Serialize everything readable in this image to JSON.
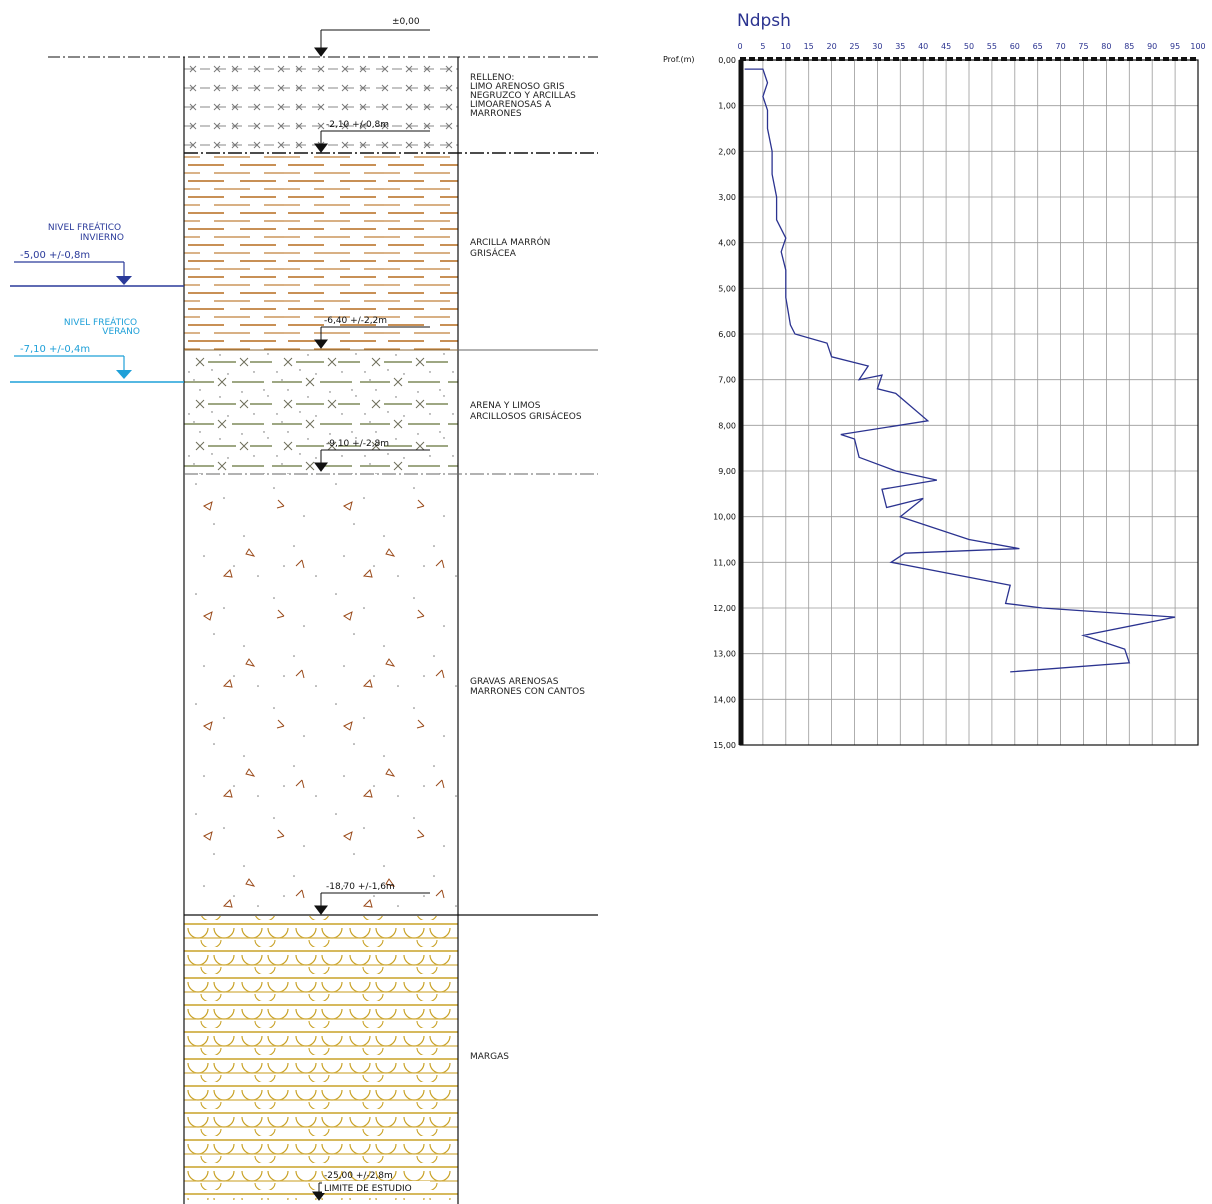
{
  "colors": {
    "relleno": "#8a8a8a",
    "arcilla": "#b66c1e",
    "arena": "#8a8a6a",
    "gravas": "#9a4a1a",
    "margas": "#c9a227",
    "winter_water": "#2a3a9a",
    "summer_water": "#1fa0d8",
    "curve": "#2b3390",
    "title": "#2b3390"
  },
  "column": {
    "top_mark": "±0,00",
    "layers": [
      {
        "key": "relleno",
        "description": [
          "RELLENO:",
          "LIMO ARENOSO GRIS",
          "NEGRUZCO Y ARCILLAS",
          "LIMOARENOSAS A",
          "MARRONES"
        ],
        "base_label": "-2,10 +/-0,8m"
      },
      {
        "key": "arcilla",
        "description": [
          "ARCILLA MARRÓN",
          "GRISÁCEA"
        ],
        "base_label": "-6,40 +/-2,2m"
      },
      {
        "key": "arena",
        "description": [
          "ARENA Y LIMOS",
          "ARCILLOSOS GRISÁCEOS"
        ],
        "base_label": "-9,10 +/-2,8m"
      },
      {
        "key": "gravas",
        "description": [
          "GRAVAS ARENOSAS",
          "MARRONES CON CANTOS"
        ],
        "base_label": "-18,70 +/-1,6m"
      },
      {
        "key": "margas",
        "description": [
          "MARGAS"
        ],
        "base_label": "-25,00 +/-2,8m",
        "base_note": "LIMITE DE ESTUDIO"
      }
    ],
    "water_levels": [
      {
        "name": [
          "NIVEL FREÁTICO",
          "INVIERNO"
        ],
        "value": "-5,00 +/-0,8m"
      },
      {
        "name": [
          "NIVEL FREÁTICO",
          "VERANO"
        ],
        "value": "-7,10 +/-0,4m"
      }
    ]
  },
  "chart_data": {
    "type": "line",
    "title": "Ndpsh",
    "ylabel": "Prof.(m)",
    "xlim": [
      0,
      100
    ],
    "ylim": [
      0,
      15
    ],
    "x_ticks": [
      "0",
      "5",
      "10",
      "15",
      "20",
      "25",
      "30",
      "35",
      "40",
      "45",
      "50",
      "55",
      "60",
      "65",
      "70",
      "75",
      "80",
      "85",
      "90",
      "95",
      "100"
    ],
    "y_ticks": [
      "0,00",
      "1,00",
      "2,00",
      "3,00",
      "4,00",
      "5,00",
      "6,00",
      "7,00",
      "8,00",
      "9,00",
      "10,00",
      "11,00",
      "12,00",
      "13,00",
      "14,00",
      "15,00"
    ],
    "grid": true,
    "series": [
      {
        "points": [
          [
            1,
            0.2
          ],
          [
            5,
            0.2
          ],
          [
            6,
            0.5
          ],
          [
            5,
            0.8
          ],
          [
            6,
            1.1
          ],
          [
            6,
            1.5
          ],
          [
            7,
            2.0
          ],
          [
            7,
            2.5
          ],
          [
            8,
            3.0
          ],
          [
            8,
            3.5
          ],
          [
            10,
            3.9
          ],
          [
            9,
            4.2
          ],
          [
            10,
            4.6
          ],
          [
            10,
            5.2
          ],
          [
            11,
            5.8
          ],
          [
            12,
            6.0
          ],
          [
            19,
            6.2
          ],
          [
            20,
            6.5
          ],
          [
            28,
            6.7
          ],
          [
            26,
            7.0
          ],
          [
            31,
            6.9
          ],
          [
            30,
            7.2
          ],
          [
            34,
            7.3
          ],
          [
            41,
            7.9
          ],
          [
            22,
            8.2
          ],
          [
            25,
            8.3
          ],
          [
            26,
            8.7
          ],
          [
            34,
            9.0
          ],
          [
            43,
            9.2
          ],
          [
            31,
            9.4
          ],
          [
            32,
            9.8
          ],
          [
            40,
            9.6
          ],
          [
            35,
            10.0
          ],
          [
            50,
            10.5
          ],
          [
            61,
            10.7
          ],
          [
            36,
            10.8
          ],
          [
            33,
            11.0
          ],
          [
            59,
            11.5
          ],
          [
            58,
            11.9
          ],
          [
            66,
            12.0
          ],
          [
            95,
            12.2
          ],
          [
            75,
            12.6
          ],
          [
            84,
            12.9
          ],
          [
            85,
            13.2
          ],
          [
            59,
            13.4
          ]
        ]
      }
    ]
  }
}
